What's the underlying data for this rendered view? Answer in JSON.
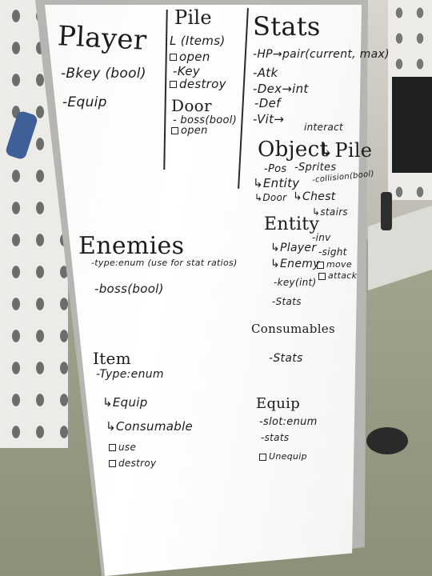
{
  "whiteboard": {
    "player": {
      "title": "Player",
      "items": [
        "-Bkey (bool)",
        "-Equip"
      ]
    },
    "pile": {
      "title": "Pile",
      "items": [
        "L (Items)",
        "open",
        "-Key",
        "destroy"
      ]
    },
    "door": {
      "title": "Door",
      "items": [
        "- boss(bool)",
        "open"
      ]
    },
    "stats": {
      "title": "Stats",
      "items": [
        "-HP→pair(current, max)",
        "-Atk",
        "-Dex→int",
        "-Def",
        "-Vit→"
      ]
    },
    "object": {
      "heading": "Object",
      "pile_link": "↳Pile",
      "interact": "interact",
      "pos": "-Pos",
      "sprites": "-Sprites",
      "collision": "-collision(bool)",
      "entity": "↳Entity",
      "door": "↳Door",
      "chest": "↳Chest",
      "stairs": "↳stairs"
    },
    "entity": {
      "title": "Entity",
      "inv": "-inv",
      "player": "↳Player",
      "sight": "-sight",
      "enemy": "↳Enemy",
      "move": "move",
      "attack": "attack",
      "key": "-key(int)",
      "stats": "-Stats"
    },
    "consumables": {
      "title": "Consumables",
      "items": [
        "-Stats"
      ]
    },
    "enemies": {
      "title": "Enemies",
      "items": [
        "-type:enum (use for stat ratios)",
        "-boss(bool)"
      ]
    },
    "item": {
      "title": "Item",
      "type": "-Type:enum",
      "equip": "↳Equip",
      "consumable": "↳Consumable",
      "use": "use",
      "destroy": "destroy"
    },
    "equip": {
      "title": "Equip",
      "items": [
        "-slot:enum",
        "-stats"
      ],
      "unequip": "Unequip"
    }
  }
}
